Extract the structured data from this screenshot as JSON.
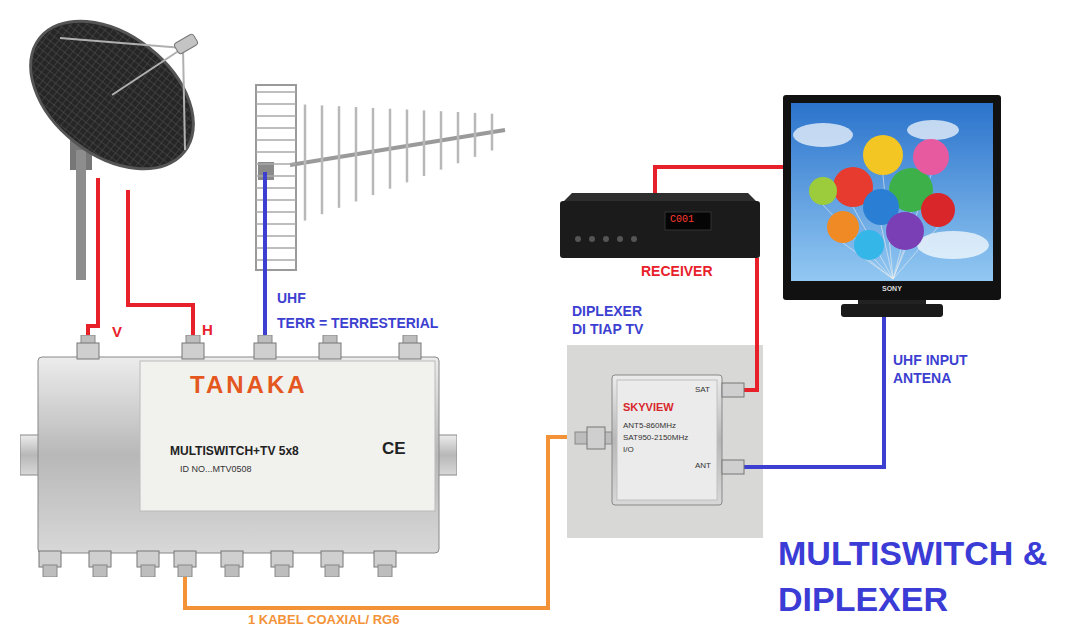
{
  "diagram": {
    "title": "MULTISWITCH & DIPLEXER",
    "nodes": [
      {
        "text": [
          "TANAKA",
          "MULTISWITCH+TV 5x8",
          "ID NO...MTV0508",
          "CE"
        ]
      },
      {
        "text": [
          "SKYVIEW",
          "SAT",
          "ANT5-860MHz",
          "SAT950-2150MHz",
          "I/O",
          "ANT"
        ]
      },
      {
        "text": [
          "C001"
        ]
      },
      {
        "text": [
          "SONY"
        ]
      }
    ],
    "edges": [
      {
        "from": 0,
        "to": 1,
        "arrow": "none",
        "label": "1 KABEL COAXIAL/ RG6"
      },
      {
        "from": 1,
        "to": 2,
        "arrow": "none"
      },
      {
        "from": 2,
        "to": 3,
        "arrow": "none"
      },
      {
        "from": 1,
        "to": 3,
        "arrow": "none"
      }
    ],
    "labels": [
      "V",
      "H",
      "UHF",
      "TERR = TERRESTERIAL",
      "RECEIVER",
      "DIPLEXER DI TIAP TV",
      "UHF INPUT ANTENA"
    ]
  }
}
